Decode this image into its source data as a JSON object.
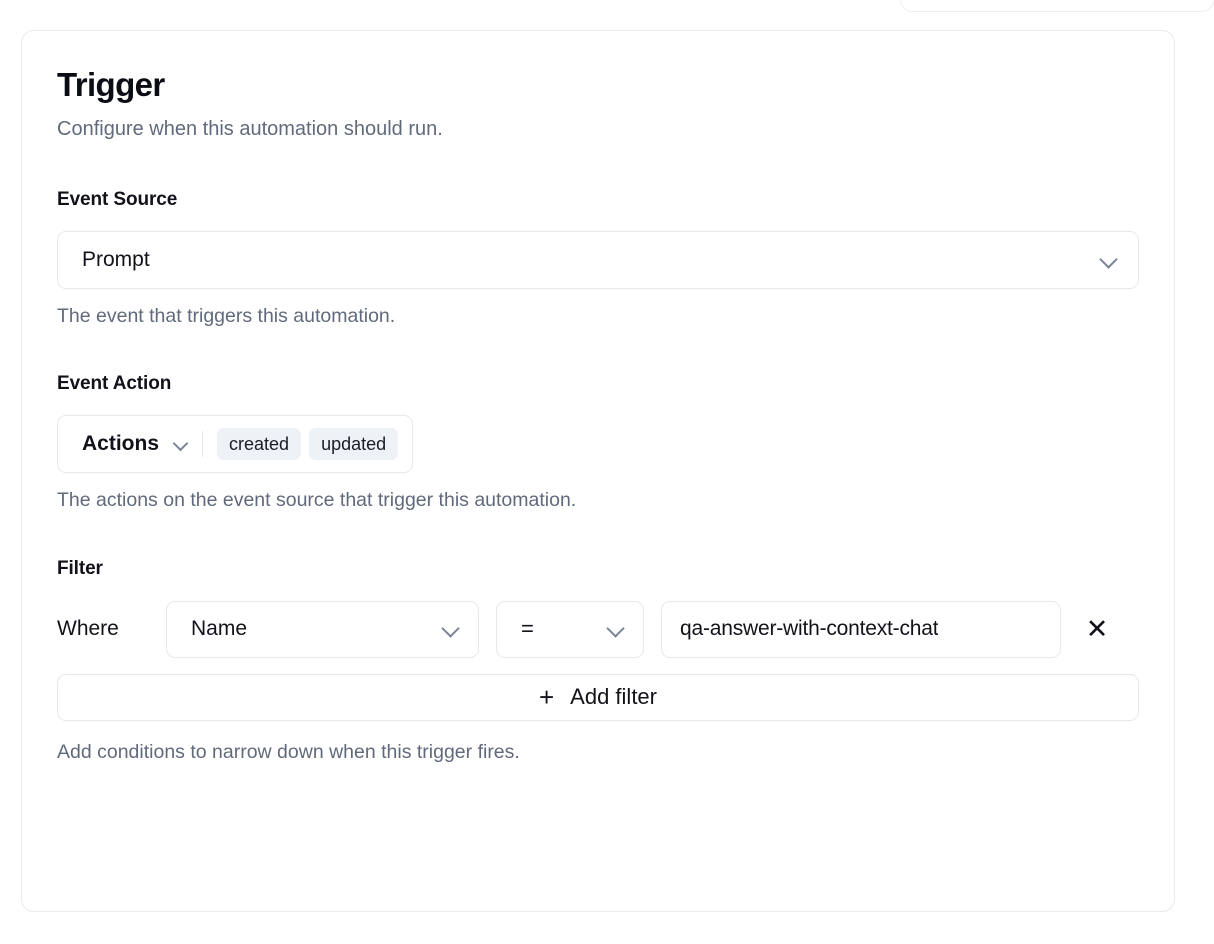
{
  "card": {
    "title": "Trigger",
    "subtitle": "Configure when this automation should run."
  },
  "event_source": {
    "label": "Event Source",
    "value": "Prompt",
    "help": "The event that triggers this automation.",
    "chevron_icon": "chevron-down-icon"
  },
  "event_action": {
    "label": "Event Action",
    "dropdown_label": "Actions",
    "chevron_icon": "chevron-down-icon",
    "badges": [
      "created",
      "updated"
    ],
    "help": "The actions on the event source that trigger this automation."
  },
  "filter": {
    "label": "Filter",
    "where_label": "Where",
    "rows": [
      {
        "attribute": "Name",
        "operator": "=",
        "value": "qa-answer-with-context-chat",
        "remove_icon": "close-icon"
      }
    ],
    "add_label": "Add filter",
    "add_icon": "plus-icon",
    "help": "Add conditions to narrow down when this trigger fires."
  },
  "colors": {
    "card_border": "#e8eaee",
    "field_border": "#e6e8ee",
    "badge_bg": "#eef1f6",
    "text_dark": "#12131a",
    "text_muted": "#616a7b",
    "chevron": "#7b8497"
  }
}
